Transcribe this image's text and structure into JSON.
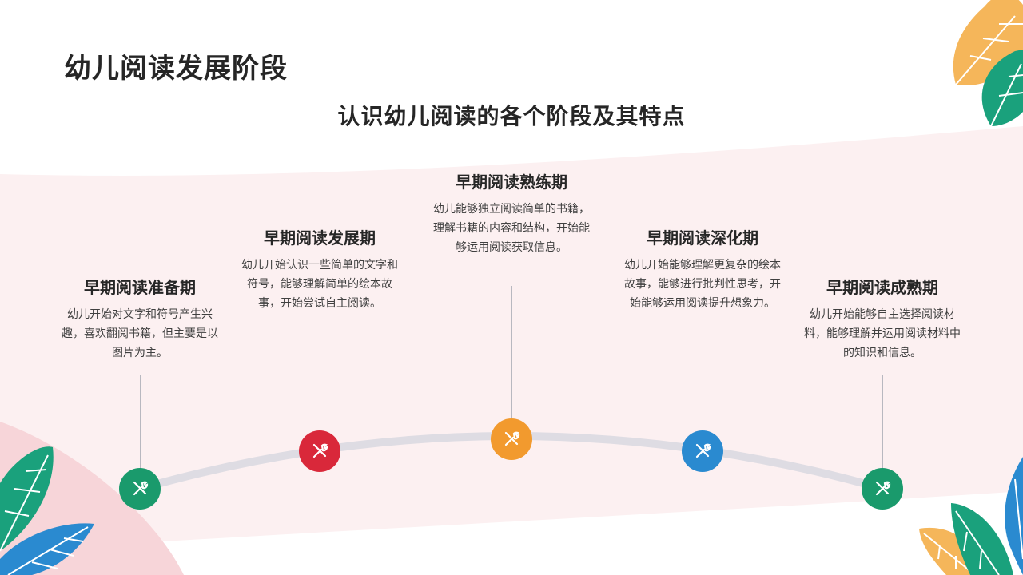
{
  "header": {
    "title": "幼儿阅读发展阶段",
    "subtitle": "认识幼儿阅读的各个阶段及其特点"
  },
  "stages": [
    {
      "title": "早期阅读准备期",
      "description": "幼儿开始对文字和符号产生兴趣，喜欢翻阅书籍，但主要是以图片为主。",
      "icon": "tools-icon",
      "color": "#1a9a6c"
    },
    {
      "title": "早期阅读发展期",
      "description": "幼儿开始认识一些简单的文字和符号，能够理解简单的绘本故事，开始尝试自主阅读。",
      "icon": "tools-icon",
      "color": "#d9283a"
    },
    {
      "title": "早期阅读熟练期",
      "description": "幼儿能够独立阅读简单的书籍，理解书籍的内容和结构，开始能够运用阅读获取信息。",
      "icon": "tools-icon",
      "color": "#f29a2e"
    },
    {
      "title": "早期阅读深化期",
      "description": "幼儿开始能够理解更复杂的绘本故事，能够进行批判性思考，开始能够运用阅读提升想象力。",
      "icon": "tools-icon",
      "color": "#2a8ad0"
    },
    {
      "title": "早期阅读成熟期",
      "description": "幼儿开始能够自主选择阅读材料，能够理解并运用阅读材料中的知识和信息。",
      "icon": "tools-icon",
      "color": "#1a9a6c"
    }
  ],
  "decorations": {
    "top_right": "leaves-decoration",
    "bottom_left": "leaves-decoration",
    "bottom_right": "leaves-decoration"
  }
}
